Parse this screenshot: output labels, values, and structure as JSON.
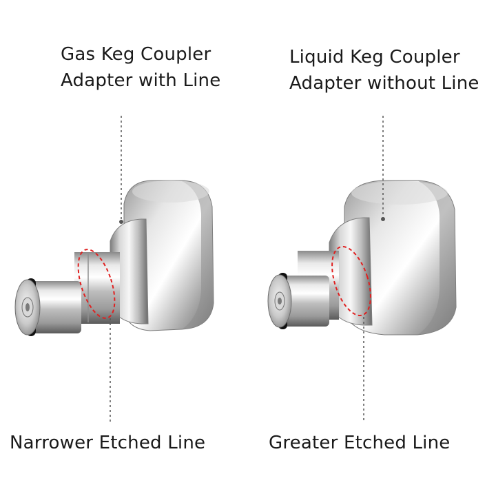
{
  "left_product": {
    "title_line1": "Gas Keg Coupler",
    "title_line2": "Adapter with Line",
    "caption": "Narrower Etched Line"
  },
  "right_product": {
    "title_line1": "Liquid Keg Coupler",
    "title_line2": "Adapter without Line",
    "caption": "Greater Etched Line"
  },
  "colors": {
    "background": "#ffffff",
    "text": "#1a1a1a",
    "metal_light": "#f2f2f2",
    "metal_mid": "#b9b9b9",
    "metal_dark": "#6e6e6e",
    "oring": "#111111",
    "highlight_ellipse": "#e02020",
    "leader_line": "#555555"
  },
  "icons": [
    "stainless-keg-adapter-gas",
    "stainless-keg-adapter-liquid"
  ]
}
